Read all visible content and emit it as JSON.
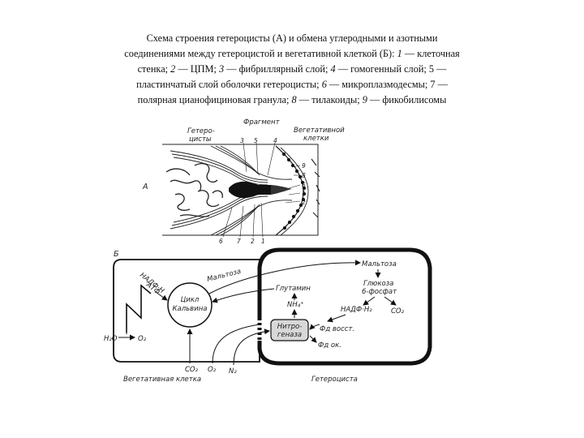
{
  "caption": {
    "line1": "Схема строения гетероцисты (А) и обмена углеродными и азотными",
    "line2a": "соединениями между гетероцистой и вегетативной клеткой (Б): ",
    "line2b": "1",
    "line2c": " — клеточная",
    "line3a": "стенка; ",
    "line3b": "2",
    "line3c": " — ЦПМ; ",
    "line3d": "3",
    "line3e": " — фибриллярный слой; ",
    "line3f": "4",
    "line3g": " — гомогенный слой; 5 —",
    "line4a": "пластинчатый слой оболочки гетероцисты; ",
    "line4b": "6",
    "line4c": " — микроплазмодесмы; 7 —",
    "line5a": "полярная цианофициновая гранула; ",
    "line5b": "8",
    "line5c": " — тилакоиды; ",
    "line5d": "9",
    "line5e": " — фикобилисомы"
  },
  "panel_a": {
    "panel_letter": "А",
    "label_heterocyst_1": "Гетеро-",
    "label_heterocyst_2": "цисты",
    "label_fragment": "Фрагмент",
    "label_veg_1": "Вегетативной",
    "label_veg_2": "клетки",
    "num_top_3": "3",
    "num_top_5": "5",
    "num_top_4": "4",
    "num_r_9": "9",
    "num_r_8": "8",
    "num_r_6": "6",
    "num_r_1": "1",
    "num_r_2": "2",
    "num_b_6": "6",
    "num_b_7": "7",
    "num_b_2": "2",
    "num_b_1": "1"
  },
  "panel_b": {
    "panel_letter": "Б",
    "nadph": "НАДФ·Н",
    "atp": "АТФ",
    "calvin_1": "Цикл",
    "calvin_2": "Кальвина",
    "maltose_left": "Мальтоза",
    "glutamine": "Глутамин",
    "nh4": "NH₄⁺",
    "h2o": "H₂O",
    "o2": "O₂",
    "co2_bottom": "CO₂",
    "o2_bottom": "O₂",
    "n2_bottom": "N₂",
    "nitrogenase_1": "Нитро-",
    "nitrogenase_2": "геназа",
    "maltose_right": "Мальтоза",
    "glucose_1": "Глюкоза",
    "glucose_2": "6-фосфат",
    "nadph_right": "НАДФ·H₂",
    "co2_right": "CO₂",
    "fd_red": "Фд восст.",
    "fd_ox": "Фд ок.",
    "label_vegetative": "Вегетативная клетка",
    "label_heterocyst": "Гетероциста"
  }
}
